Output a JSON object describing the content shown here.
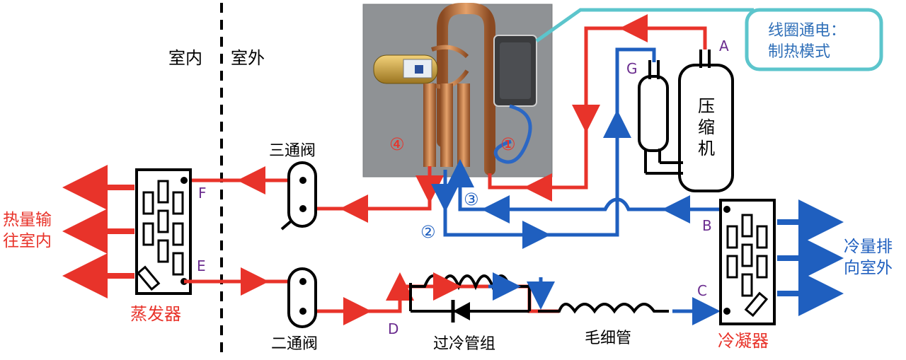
{
  "colors": {
    "hot": "#e8332a",
    "cold": "#1f5fbf",
    "outline": "#000000",
    "callout": "#5cc5cc",
    "letter": "#6b2d8f",
    "photo_bg": "#8a8d90"
  },
  "labels": {
    "indoor": "室内",
    "outdoor": "室外",
    "callout_line1": "线圈通电：",
    "callout_line2": "制热模式",
    "compressor": "压缩机",
    "three_way_valve": "三通阀",
    "two_way_valve": "二通阀",
    "evaporator": "蒸发器",
    "condenser": "冷凝器",
    "subcooler": "过冷管组",
    "capillary": "毛细管",
    "heat_line1": "热量输",
    "heat_line2": "往室内",
    "cold_line1": "冷量排",
    "cold_line2": "向室外",
    "port1": "①",
    "port2": "②",
    "port3": "③",
    "port4": "④",
    "A": "A",
    "B": "B",
    "C": "C",
    "D": "D",
    "E": "E",
    "F": "F",
    "G": "G"
  },
  "icons": {
    "photo": "four-way-reversing-valve-photo",
    "coil": "solenoid-coil-icon"
  }
}
